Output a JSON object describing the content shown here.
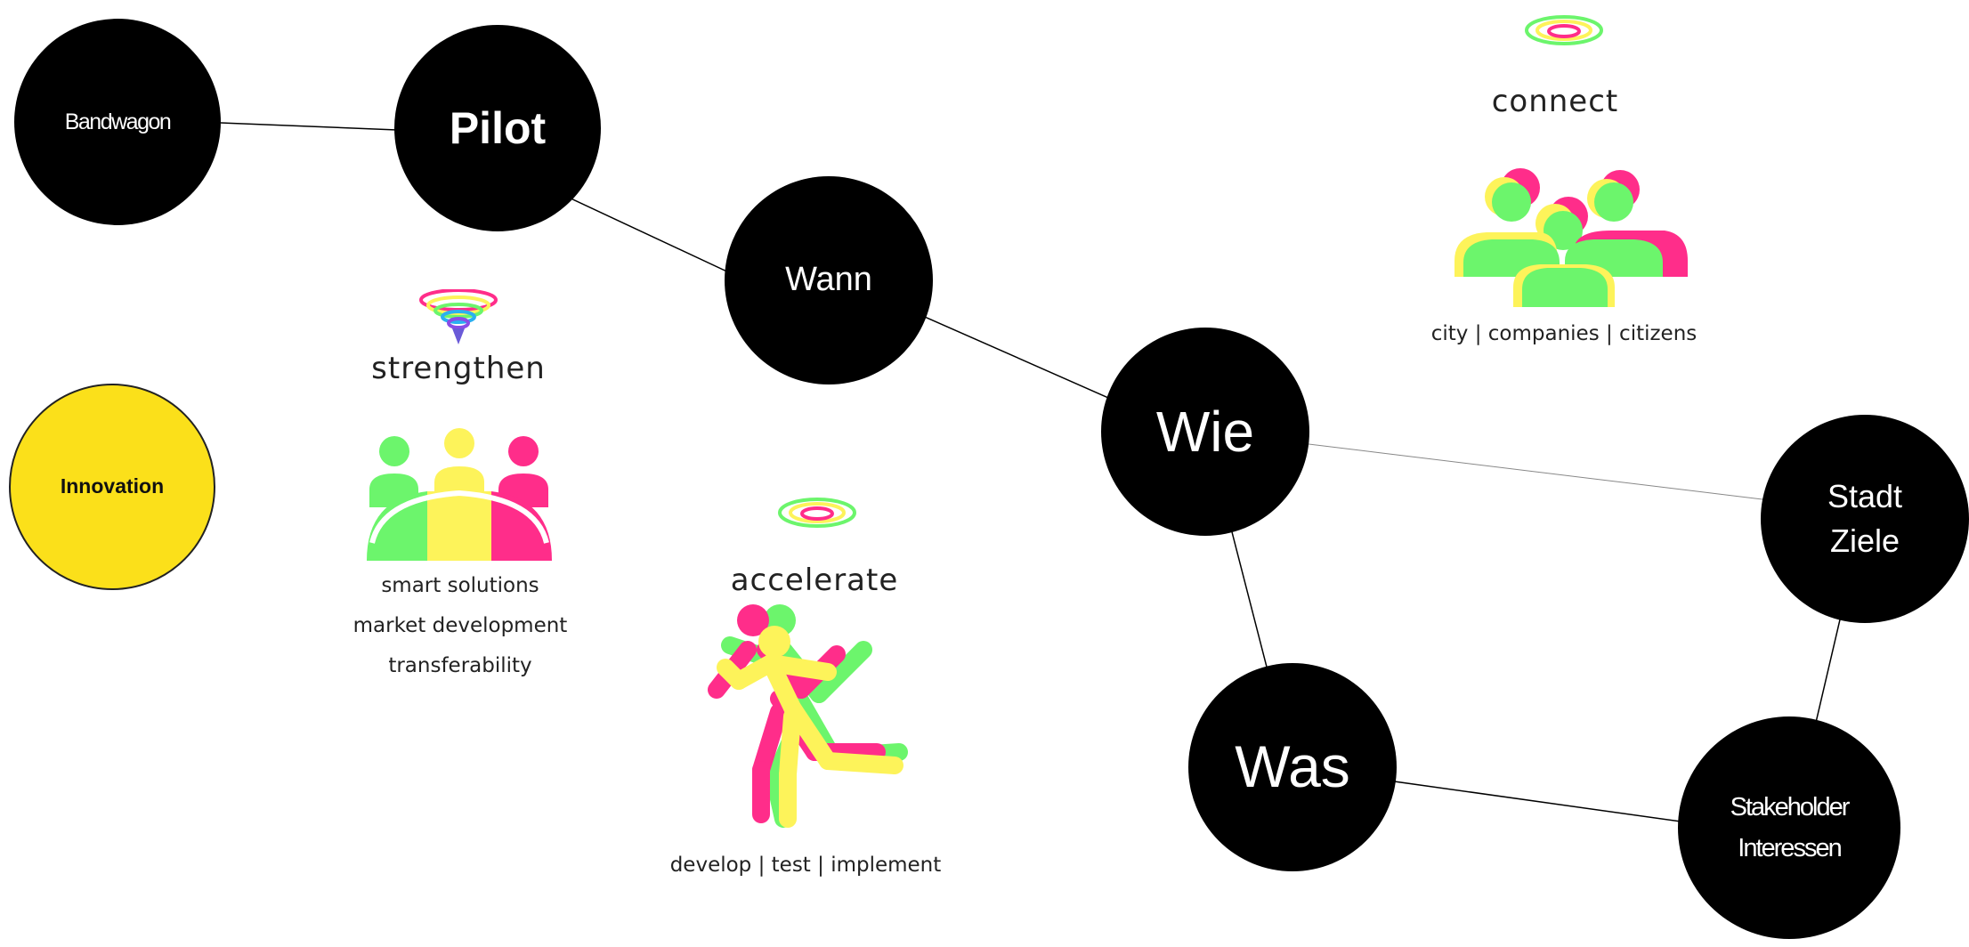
{
  "nodes": {
    "bandwagon": "Bandwagon",
    "pilot": "Pilot",
    "wann": "Wann",
    "wie": "Wie",
    "stadt_ziele_line1": "Stadt",
    "stadt_ziele_line2": "Ziele",
    "was": "Was",
    "stakeholder_line1": "Stakeholder",
    "stakeholder_line2": "Interessen",
    "innovation": "Innovation"
  },
  "panels": {
    "strengthen": {
      "title": "strengthen",
      "items": [
        "smart solutions",
        "market development",
        "transferability"
      ]
    },
    "accelerate": {
      "title": "accelerate",
      "caption": "develop | test | implement"
    },
    "connect": {
      "title": "connect",
      "caption": "city | companies | citizens"
    }
  },
  "icons": {
    "strengthen": "spiral-funnel-icon",
    "strengthen_people": "people-at-table-icon",
    "accelerate": "spiral-icon",
    "accelerate_runner": "runner-icon",
    "connect": "spiral-icon",
    "connect_people": "group-people-icon"
  },
  "colors": {
    "node": "#000000",
    "innovation": "#fbe01a",
    "green": "#6cf56c",
    "yellow": "#fdf35a",
    "pink": "#ff2d8a"
  }
}
